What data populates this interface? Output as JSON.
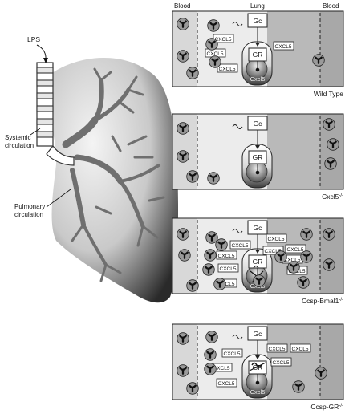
{
  "header": {
    "left_blood": "Blood",
    "lung": "Lung",
    "right_blood": "Blood"
  },
  "lung_figure": {
    "lps": "LPS",
    "systemic_1": "Systemic",
    "systemic_2": "circulation",
    "pulmonary_1": "Pulmonary",
    "pulmonary_2": "circulation"
  },
  "labels": {
    "gc": "Gc",
    "gr": "GR",
    "cxcl5_protein": "CXCL5",
    "cxcl5_gene": "Cxcl5"
  },
  "panels": [
    {
      "title": "Wild Type",
      "show_gene": true,
      "gene_crossed": false,
      "gr_crossed": false
    },
    {
      "title": "Cxcl5",
      "title_sup": "-/-",
      "show_gene": false,
      "gene_crossed": false,
      "gr_crossed": false
    },
    {
      "title": "Ccsp-Bmal1",
      "title_sup": "-/-",
      "show_gene": true,
      "gene_crossed": true,
      "gr_crossed": false
    },
    {
      "title": "Ccsp-GR",
      "title_sup": "-/-",
      "show_gene": true,
      "gene_crossed": false,
      "gr_crossed": true
    }
  ]
}
